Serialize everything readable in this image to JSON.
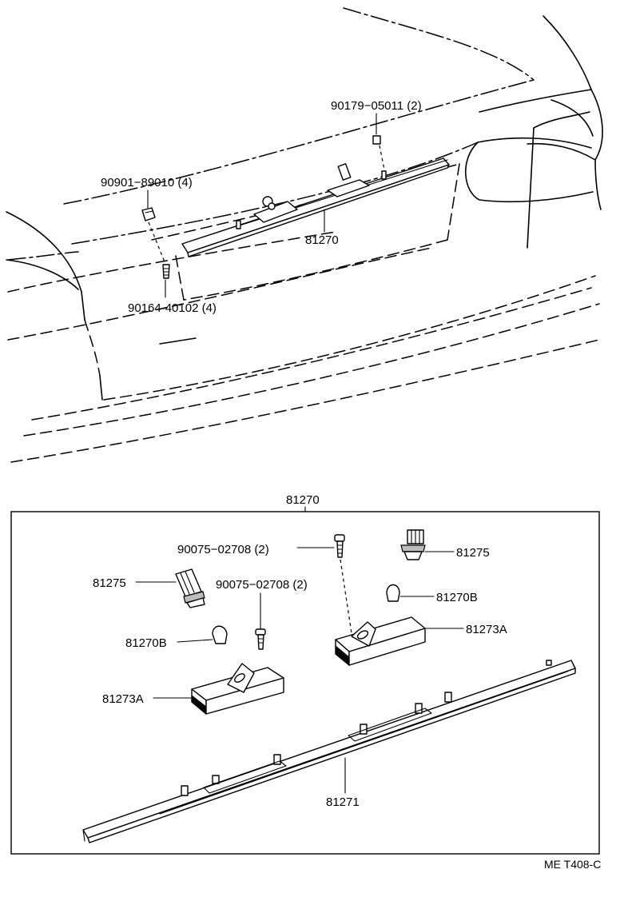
{
  "upper_view": {
    "callouts": {
      "clip_nut": "90179−05011 (2)",
      "grommet": "90901−89010 (4)",
      "lamp_assembly": "81270",
      "screw": "90164-40102 (4)"
    }
  },
  "exploded_view": {
    "assembly_number": "81270",
    "callouts": {
      "screw_upper": "90075−02708 (2)",
      "socket_right": "81275",
      "socket_left": "81275",
      "screw_lower": "90075−02708 (2)",
      "bulb_right": "81270B",
      "bulb_left": "81270B",
      "housing_right": "81273A",
      "housing_left": "81273A",
      "lens_bar": "81271"
    }
  },
  "drawing_code": "ME T408-C"
}
